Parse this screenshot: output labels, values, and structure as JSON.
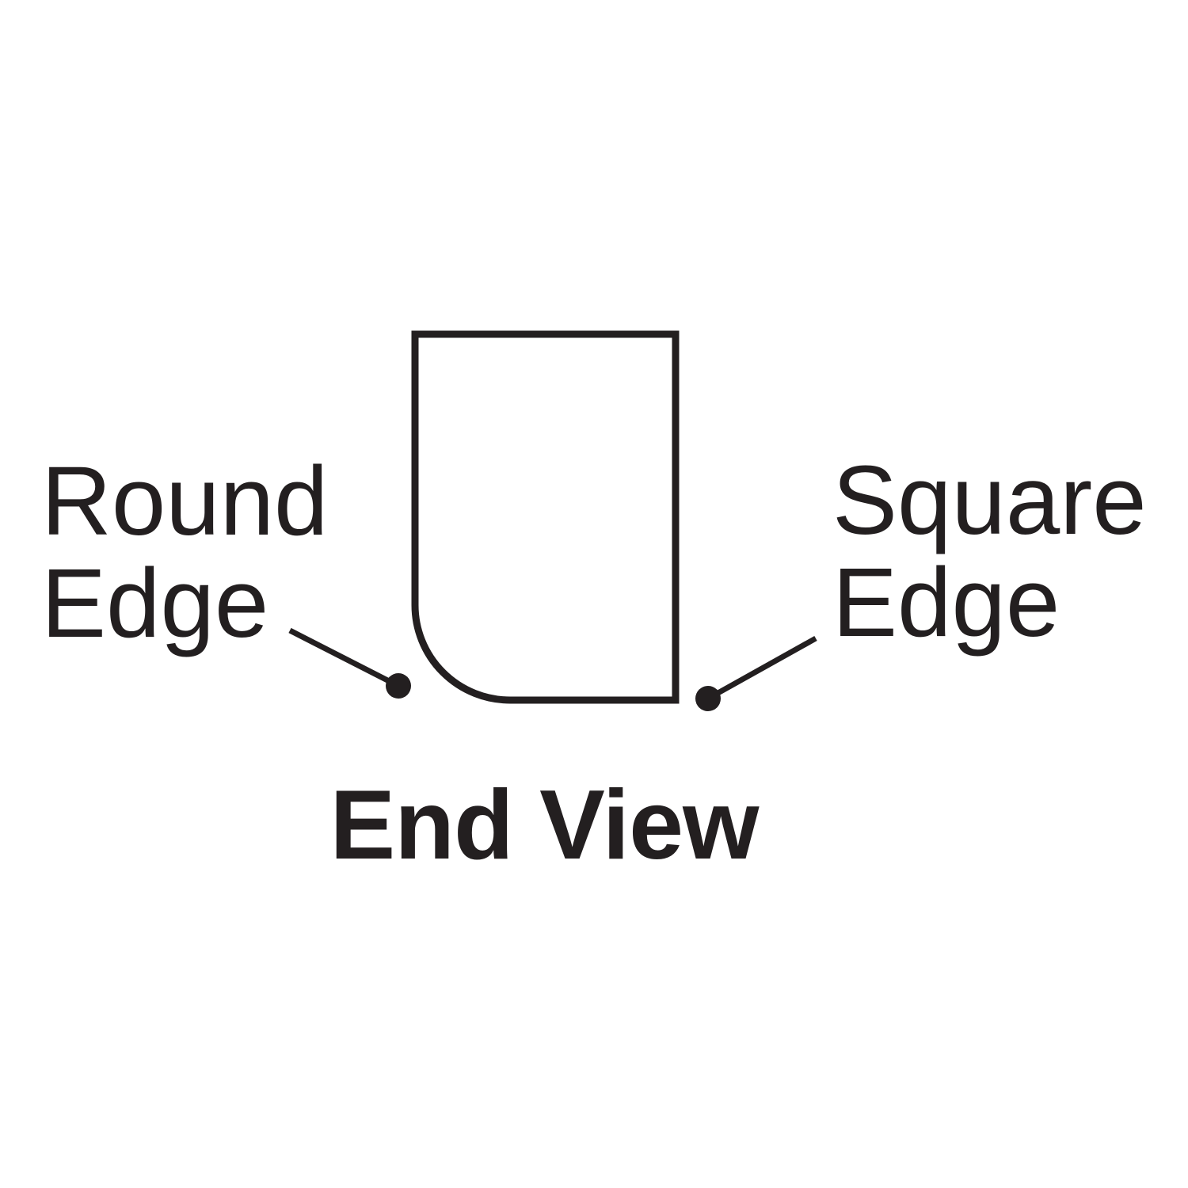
{
  "canvas": {
    "background": "#ffffff",
    "ink": "#231f20"
  },
  "labels": {
    "round_edge": {
      "line1": "Round",
      "line2": "Edge"
    },
    "square_edge": {
      "line1": "Square",
      "line2": "Edge"
    },
    "caption": "End View"
  }
}
